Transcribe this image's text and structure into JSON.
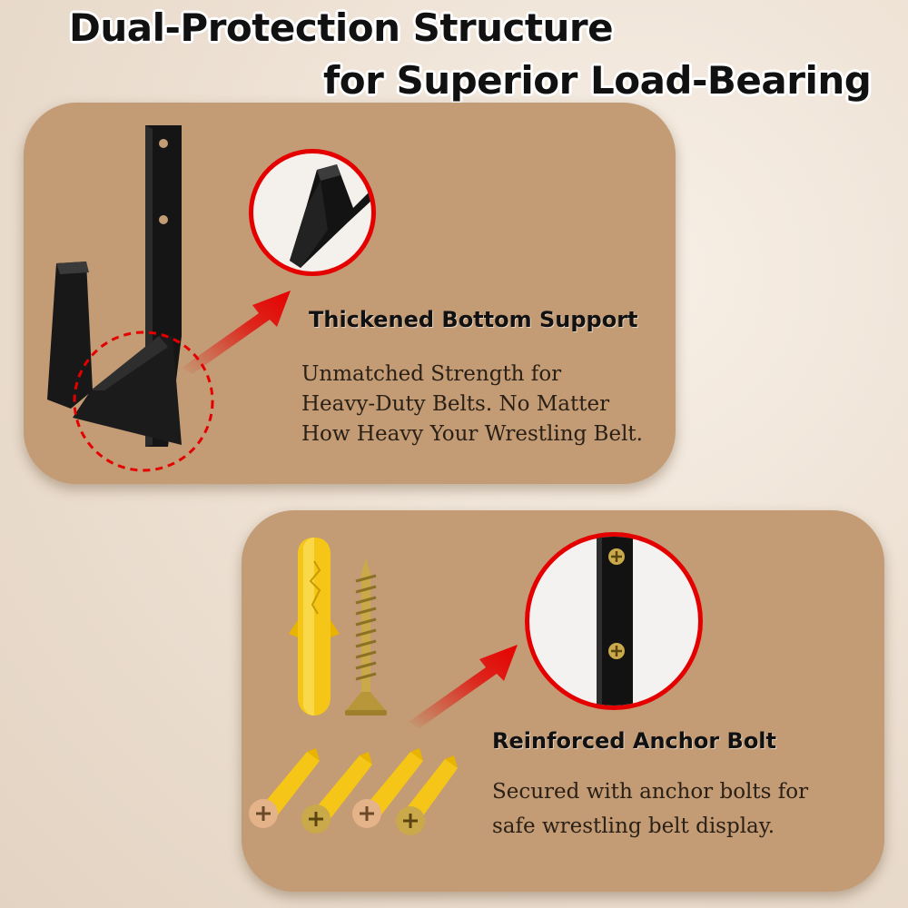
{
  "headline": {
    "line1": "Dual-Protection Structure",
    "line2": "for Superior Load-Bearing"
  },
  "features": [
    {
      "title": "Thickened Bottom Support",
      "description": "Unmatched Strength for\nHeavy-Duty Belts. No Matter\nHow Heavy Your Wrestling Belt."
    },
    {
      "title": "Reinforced Anchor Bolt",
      "description": "Secured with anchor bolts for\nsafe wrestling belt display."
    }
  ],
  "colors": {
    "panel": "#c39b74",
    "accent_red": "#e50000",
    "hook": "#111111",
    "anchor": "#f5c518",
    "screw": "#c9a94a"
  },
  "icons": [
    "wall-hook-icon",
    "zoom-circle",
    "red-arrow-icon",
    "wall-anchor-icon",
    "wood-screw-icon"
  ]
}
